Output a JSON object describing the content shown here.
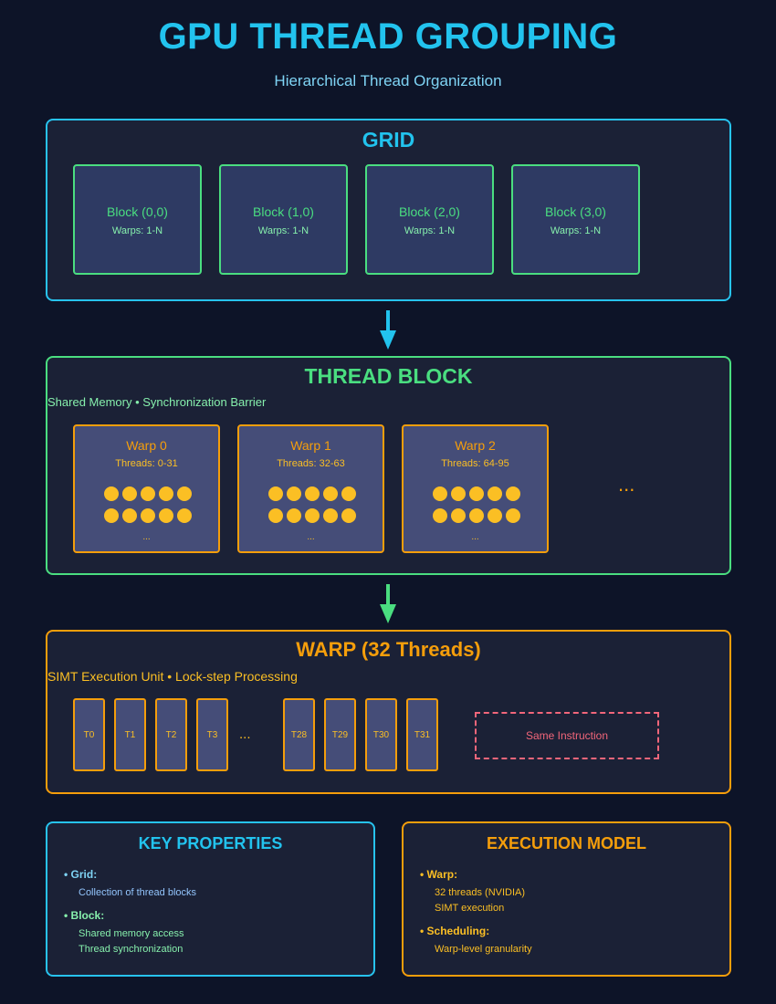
{
  "header": {
    "title": "GPU THREAD GROUPING",
    "subtitle": "Hierarchical Thread Organization"
  },
  "grid": {
    "title": "GRID",
    "blocks": [
      {
        "label": "Block (0,0)",
        "sub": "Warps: 1-N"
      },
      {
        "label": "Block (1,0)",
        "sub": "Warps: 1-N"
      },
      {
        "label": "Block (2,0)",
        "sub": "Warps: 1-N"
      },
      {
        "label": "Block (3,0)",
        "sub": "Warps: 1-N"
      }
    ]
  },
  "thread_block": {
    "title": "THREAD BLOCK",
    "subtitle": "Shared Memory • Synchronization Barrier",
    "warps": [
      {
        "label": "Warp 0",
        "threads": "Threads: 0-31",
        "ellipsis": "..."
      },
      {
        "label": "Warp 1",
        "threads": "Threads: 32-63",
        "ellipsis": "..."
      },
      {
        "label": "Warp 2",
        "threads": "Threads: 64-95",
        "ellipsis": "..."
      }
    ],
    "more": "..."
  },
  "warp": {
    "title": "WARP (32 Threads)",
    "subtitle": "SIMT Execution Unit • Lock-step Processing",
    "threads_start": [
      "T0",
      "T1",
      "T2",
      "T3"
    ],
    "ellipsis": "...",
    "threads_end": [
      "T28",
      "T29",
      "T30",
      "T31"
    ],
    "instruction": "Same Instruction"
  },
  "key_properties": {
    "title": "KEY PROPERTIES",
    "grid_label": "• Grid:",
    "grid_detail": "Collection of thread blocks",
    "block_label": "• Block:",
    "block_detail_1": "Shared memory access",
    "block_detail_2": "Thread synchronization"
  },
  "execution_model": {
    "title": "EXECUTION MODEL",
    "warp_label": "• Warp:",
    "warp_detail_1": "32 threads (NVIDIA)",
    "warp_detail_2": "SIMT execution",
    "sched_label": "• Scheduling:",
    "sched_detail": "Warp-level granularity"
  },
  "colors": {
    "background": "#0d1428",
    "cyan": "#22c3ee",
    "green": "#4ade80",
    "orange": "#f59e0b",
    "thread_dot": "#fbbf24",
    "instruction": "#f2667a"
  }
}
